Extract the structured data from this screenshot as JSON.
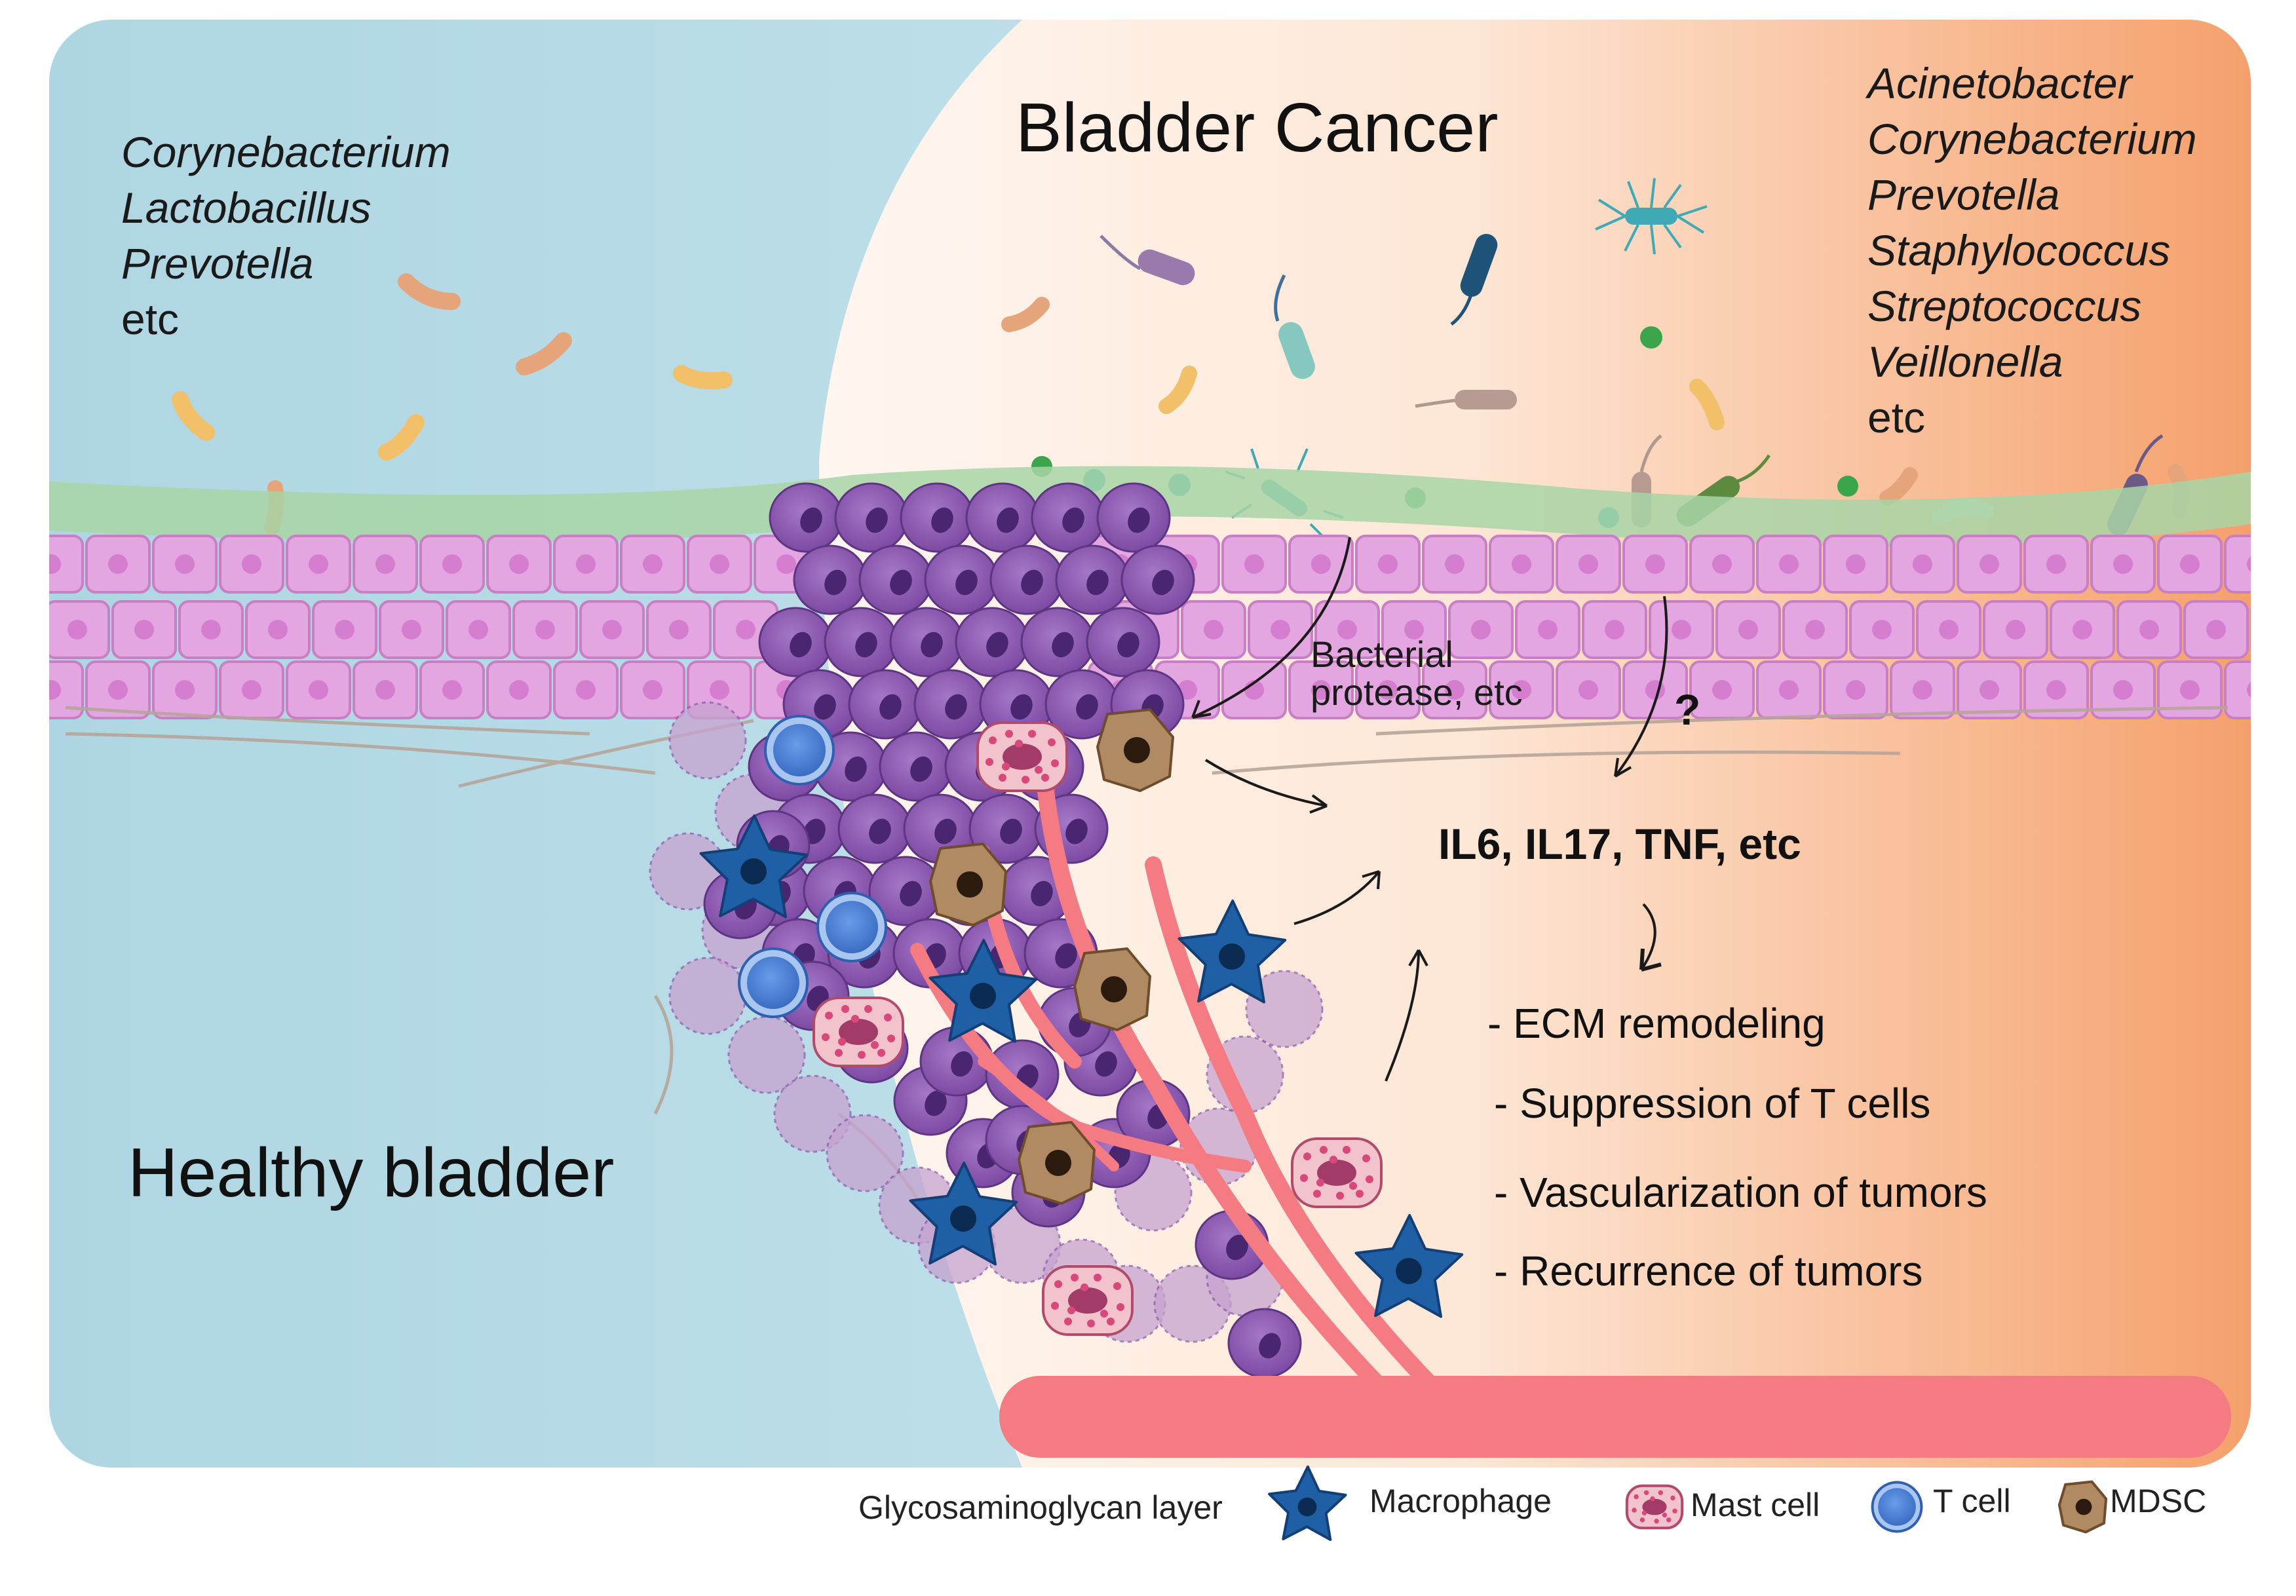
{
  "healthy": {
    "title": "Healthy bladder",
    "bacteria": [
      "Corynebacterium",
      "Lactobacillus",
      "Prevotella"
    ],
    "etc": "etc"
  },
  "cancer": {
    "title": "Bladder Cancer",
    "bacteria": [
      "Acinetobacter",
      "Corynebacterium",
      "Prevotella",
      "Staphylococcus",
      "Streptococcus",
      "Veillonella"
    ],
    "etc": "etc"
  },
  "mechanism": {
    "protease_line1": "Bacterial",
    "protease_line2": "protease, etc",
    "unknown": "?",
    "cytokines": "IL6, IL17, TNF, etc",
    "effects": [
      "- ECM remodeling",
      "- Suppression of T cells",
      "- Vascularization of tumors",
      "- Recurrence of tumors"
    ]
  },
  "legend": [
    {
      "icon": "green-rect-icon",
      "label": "Glycosaminoglycan layer"
    },
    {
      "icon": "macrophage-icon",
      "label": "Macrophage"
    },
    {
      "icon": "mast-cell-icon",
      "label": "Mast cell"
    },
    {
      "icon": "t-cell-icon",
      "label": "T cell"
    },
    {
      "icon": "mdsc-icon",
      "label": "MDSC"
    }
  ],
  "colors": {
    "healthy_bg": "#b7dbe5",
    "cancer_bg_start": "#fde8d8",
    "cancer_bg_end": "#f7a674",
    "gag_layer": "#a8d5a6",
    "epithelium": "#e4a6e0",
    "tumor_cell": "#8d5ab0",
    "blood_vessel": "#f47b82",
    "macrophage": "#1e5fa6",
    "t_cell": "#4a80d6",
    "mast_cell": "#f2c3cd",
    "mdsc": "#a37a54"
  }
}
